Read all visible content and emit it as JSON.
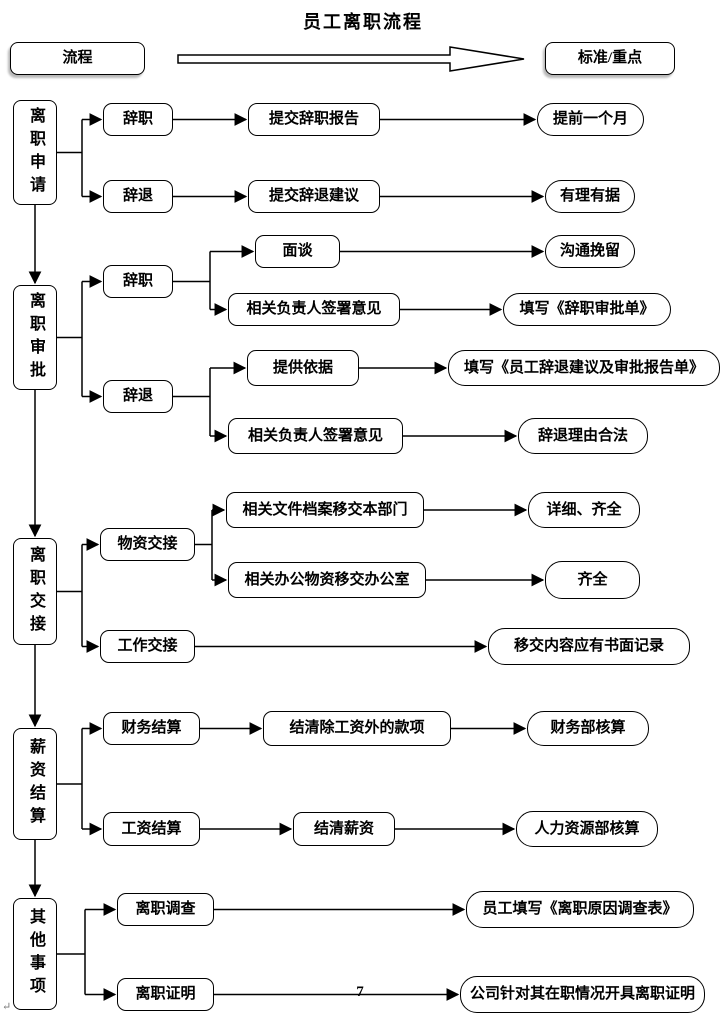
{
  "title": "员工离职流程",
  "page_number": "7",
  "stray_mark": "↵",
  "header": {
    "process_label": "流程",
    "standard_label": "标准/重点"
  },
  "stages": [
    {
      "label": "离职申请",
      "branches": [
        {
          "label": "辞职",
          "step": "提交辞职报告",
          "standard": "提前一个月"
        },
        {
          "label": "辞退",
          "step": "提交辞退建议",
          "standard": "有理有据"
        }
      ]
    },
    {
      "label": "离职审批",
      "branches": [
        {
          "label": "辞职",
          "subs": [
            {
              "step": "面谈",
              "standard": "沟通挽留"
            },
            {
              "step": "相关负责人签署意见",
              "standard": "填写《辞职审批单》"
            }
          ]
        },
        {
          "label": "辞退",
          "subs": [
            {
              "step": "提供依据",
              "standard": "填写《员工辞退建议及审批报告单》"
            },
            {
              "step": "相关负责人签署意见",
              "standard": "辞退理由合法"
            }
          ]
        }
      ]
    },
    {
      "label": "离职交接",
      "branches": [
        {
          "label": "物资交接",
          "subs": [
            {
              "step": "相关文件档案移交本部门",
              "standard": "详细、齐全"
            },
            {
              "step": "相关办公物资移交办公室",
              "standard": "齐全"
            }
          ]
        },
        {
          "label": "工作交接",
          "standard": "移交内容应有书面记录"
        }
      ]
    },
    {
      "label": "薪资结算",
      "branches": [
        {
          "label": "财务结算",
          "step": "结清除工资外的款项",
          "standard": "财务部核算"
        },
        {
          "label": "工资结算",
          "step": "结清薪资",
          "standard": "人力资源部核算"
        }
      ]
    },
    {
      "label": "其他事项",
      "branches": [
        {
          "label": "离职调查",
          "standard": "员工填写《离职原因调查表》"
        },
        {
          "label": "离职证明",
          "standard": "公司针对其在职情况开具离职证明"
        }
      ]
    }
  ]
}
